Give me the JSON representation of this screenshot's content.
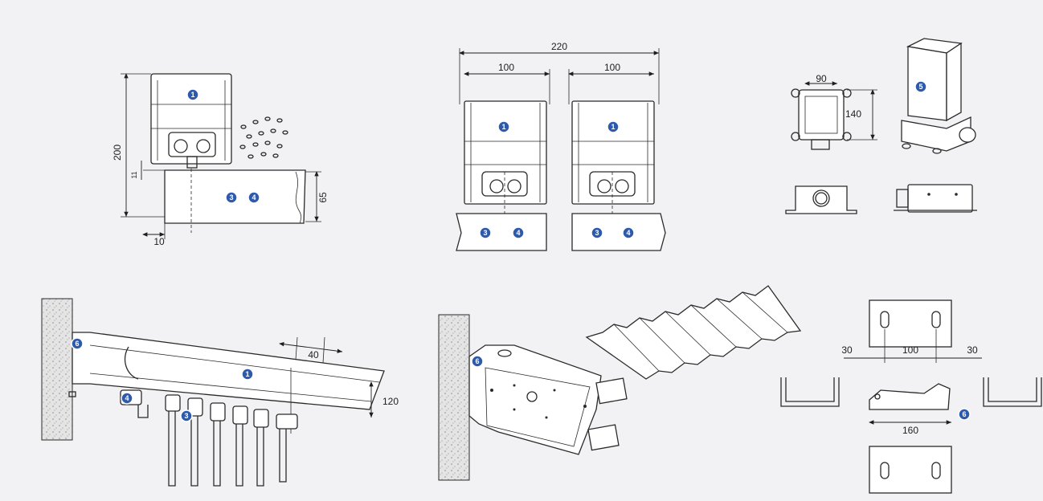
{
  "badges": {
    "b1": "1",
    "b3": "3",
    "b4": "4",
    "b5": "5",
    "b6": "6"
  },
  "dimensions": {
    "d220": "220",
    "d100a": "100",
    "d100b": "100",
    "d200": "200",
    "d11": "11",
    "d65": "65",
    "d10": "10",
    "d90": "90",
    "d140": "140",
    "d40": "40",
    "d120": "120",
    "d30a": "30",
    "d100c": "100",
    "d30b": "30",
    "d160": "160"
  },
  "colors": {
    "badge": "#2e5aac",
    "line": "#2a2a2a",
    "background": "#f2f2f4"
  }
}
